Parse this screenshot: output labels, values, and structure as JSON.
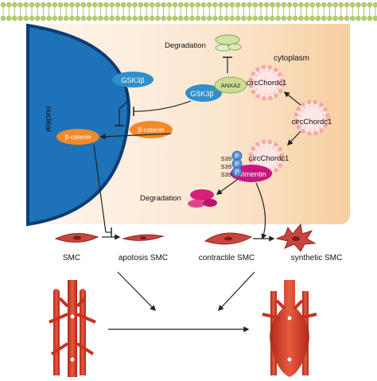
{
  "labels": {
    "cytoplasm": "cytoplasm",
    "nuclear": "nuclear",
    "degradation_top": "Degradation",
    "degradation_bottom": "Degradation",
    "gsk3b_nucleus": "GSK3β",
    "gsk3b_complex": "GSK3β",
    "anxa2": "ANXA2",
    "circ_complex": "circChordc1",
    "circ_right": "circChordc1",
    "circ_vimentin": "circChordc1",
    "beta_catenin_nuclear": "β-catenin",
    "beta_catenin_cyto": "β-catenin",
    "vimentin": "vimentin",
    "s39_1": "S39",
    "s39_2": "S39",
    "s39_3": "S39",
    "p_1": "P",
    "p_2": "P",
    "p_3": "P",
    "smc": "SMC",
    "apoptosis_smc": "apotosis SMC",
    "contractile_smc": "contractile SMC",
    "synthetic_smc": "synthetic SMC"
  },
  "colors": {
    "membrane": "#b7cf6a",
    "cytoplasm_top": "#fdf1e4",
    "cytoplasm_bottom": "#f8d4a8",
    "nucleus": "#1d72b8",
    "nucleus_rim": "#0c3d73",
    "gsk3b": "#2f8fc9",
    "anxa2": "#c9dd92",
    "beta_catenin": "#ef8a2a",
    "vimentin": "#c5187f",
    "phospho": "#5d8fd6",
    "circ_ring": "#f4a9a6",
    "degradation_top": "#cfe3a5",
    "degradation_bottom": "#d81f7c",
    "smc_cell": "#c7463f",
    "aorta": "#d93d2c"
  }
}
